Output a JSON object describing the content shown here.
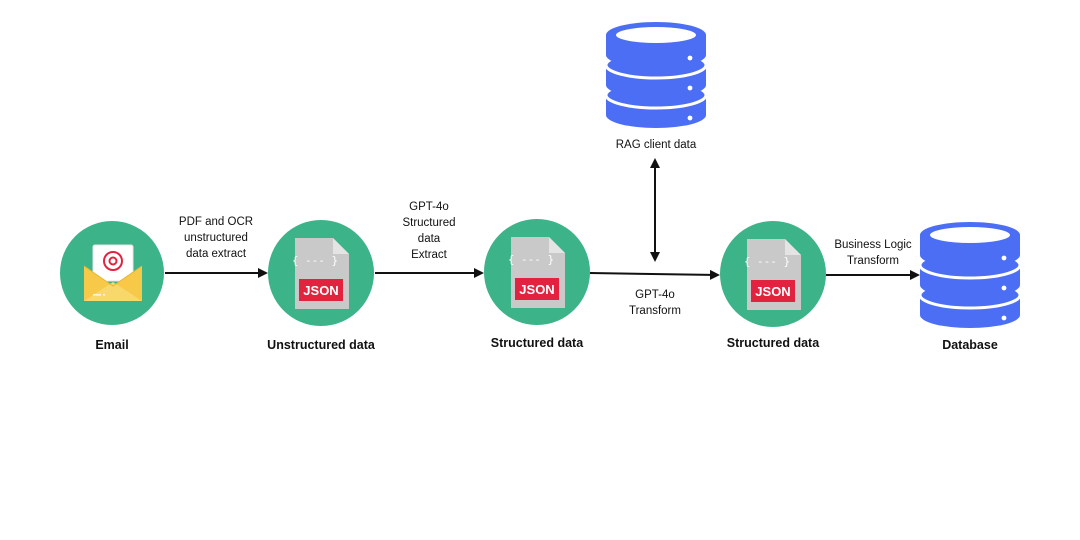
{
  "nodes": {
    "email": {
      "title": "Email"
    },
    "unstructured": {
      "title": "Unstructured data",
      "badge": "JSON",
      "braces": "{ --- }"
    },
    "structured1": {
      "title": "Structured data",
      "badge": "JSON",
      "braces": "{ --- }"
    },
    "structured2": {
      "title": "Structured data",
      "badge": "JSON",
      "braces": "{ --- }"
    },
    "database": {
      "title": "Database"
    },
    "rag": {
      "title": "RAG client data"
    }
  },
  "edges": {
    "extract": {
      "line1": "PDF and OCR",
      "line2": "unstructured",
      "line3": "data extract"
    },
    "gpt_extract": {
      "line1": "GPT-4o",
      "line2": "Structured",
      "line3": "data",
      "line4": "Extract"
    },
    "gpt_transform": {
      "line1": "GPT-4o",
      "line2": "Transform"
    },
    "business": {
      "line1": "Business Logic",
      "line2": "Transform"
    }
  },
  "colors": {
    "circle": "#3db38a",
    "database": "#4b6ef5",
    "file": "#c9c9c9",
    "badge": "#e2233f",
    "envelope": "#f7c948"
  }
}
